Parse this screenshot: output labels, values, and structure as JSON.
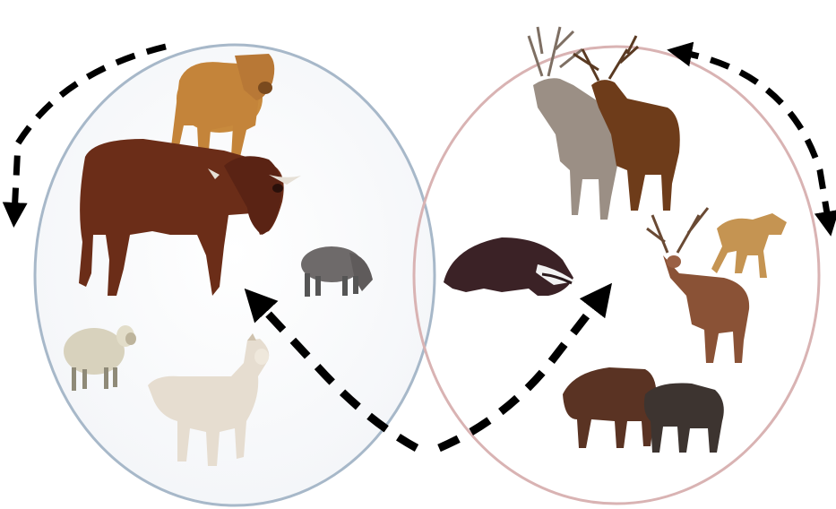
{
  "diagram": {
    "circles": [
      {
        "id": "domestic",
        "stroke": "#a7b8c9"
      },
      {
        "id": "wild",
        "stroke": "#d9b3b3"
      }
    ],
    "arrows": {
      "color": "#000000",
      "style": "dashed"
    },
    "domestic_animals": [
      "cow-light",
      "cow-dark",
      "pig",
      "sheep",
      "goat"
    ],
    "wild_animals": [
      "red-deer-grey",
      "red-deer-brown",
      "badger",
      "fallow-deer",
      "roe-deer",
      "wild-boar-large",
      "wild-boar-small"
    ]
  }
}
